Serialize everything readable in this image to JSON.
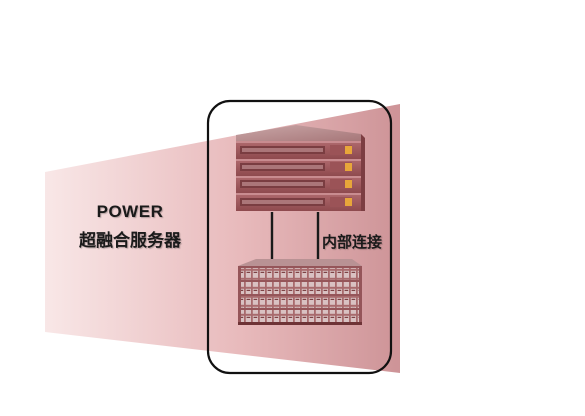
{
  "labels": {
    "product_line1": "POWER",
    "product_line2": "超融合服务器",
    "interconnect": "内部连接"
  },
  "colors": {
    "beam_light": "#f7e3e3",
    "beam_dark": "#c7868b",
    "server_body": "#a35a5e",
    "server_top": "#b5898b",
    "drive_light": "#e0a43a",
    "frame": "#111111"
  },
  "components": {
    "server_units": 4,
    "storage_rows": 4
  }
}
